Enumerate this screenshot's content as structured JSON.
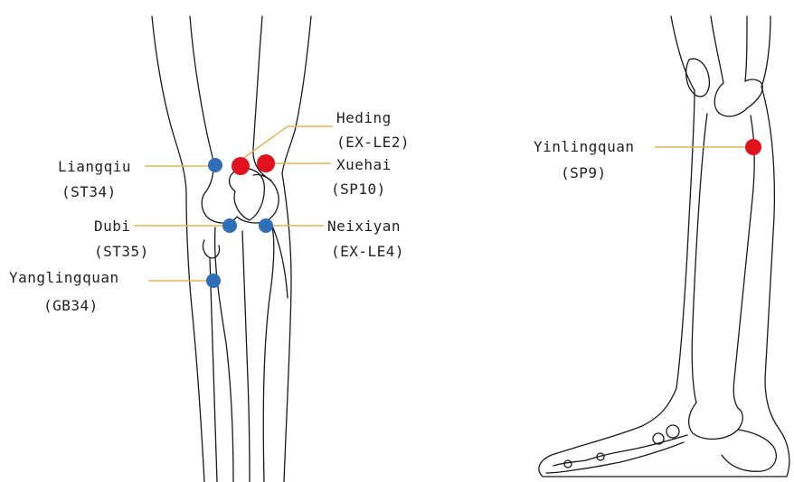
{
  "colors": {
    "background": "#ffffff",
    "line_art": "#1a1a1a",
    "leader_line": "#e0b45a",
    "point_blue": "#2f6fb8",
    "point_red": "#e0121e",
    "text": "#222222"
  },
  "points": {
    "liangqiu": {
      "name": "Liangqiu",
      "code": "(ST34)",
      "color": "point_blue"
    },
    "heding": {
      "name": "Heding",
      "code": "(EX-LE2)",
      "color": "point_red"
    },
    "xuehai": {
      "name": "Xuehai",
      "code": "(SP10)",
      "color": "point_red"
    },
    "dubi": {
      "name": "Dubi",
      "code": "(ST35)",
      "color": "point_blue"
    },
    "neixiyan": {
      "name": "Neixiyan",
      "code": "(EX-LE4)",
      "color": "point_blue"
    },
    "yanglingquan": {
      "name": "Yanglingquan",
      "code": "(GB34)",
      "color": "point_blue"
    },
    "yinlingquan": {
      "name": "Yinlingquan",
      "code": "(SP9)",
      "color": "point_red"
    }
  }
}
